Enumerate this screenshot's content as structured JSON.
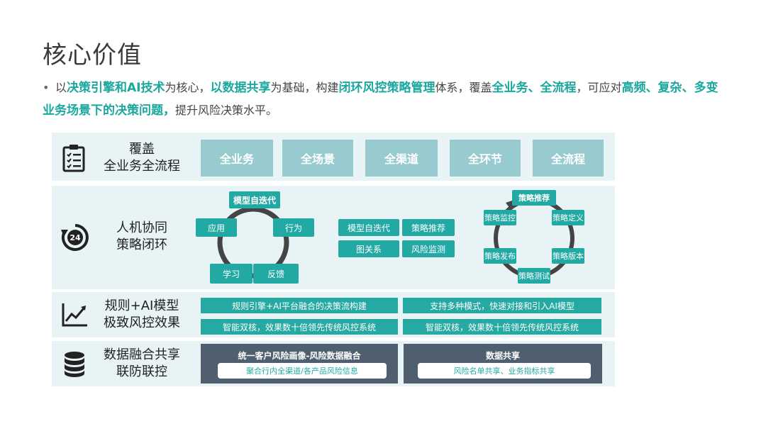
{
  "title": "核心价值",
  "intro": {
    "bullet": "•",
    "p1": "以",
    "h1": "决策引擎和AI技术",
    "p2": "为核心，",
    "h2": "以数据共享",
    "p3": "为基础，构建",
    "h3": "闭环风控策略管理",
    "p4": "体系，覆盖",
    "h4": "全业务、全流程",
    "p5": "，可应对",
    "h5": "高频、复杂、多变业务场景下的决策问题，",
    "p6": "提升风险决策水平。"
  },
  "rows": {
    "coverage": {
      "label1": "覆盖",
      "label2": "全业务全流程",
      "icon": "clipboard-checklist-icon",
      "items": [
        "全业务",
        "全场景",
        "全渠道",
        "全环节",
        "全流程"
      ]
    },
    "loop": {
      "label1": "人机协同",
      "label2": "策略闭环",
      "icon": "cycle-24-icon",
      "cycle1": [
        "模型自迭代",
        "行为",
        "反馈",
        "学习",
        "应用"
      ],
      "grid": [
        "模型自迭代",
        "策略推荐",
        "图关系",
        "风险监测"
      ],
      "cycle2": [
        "策略推荐",
        "策略定义",
        "策略版本",
        "策略测试",
        "策略发布",
        "策略监控"
      ]
    },
    "rules": {
      "label1": "规则+AI模型",
      "label2": "极致风控效果",
      "icon": "line-chart-icon",
      "bars": [
        "规则引擎+AI平台融合的决策流构建",
        "支持多种模式，快速对接和引入AI模型",
        "智能双核，效果数十倍领先传统风控系统",
        "智能双核，效果数十倍领先传统风控系统"
      ]
    },
    "data": {
      "label1": "数据融合共享",
      "label2": "联防联控",
      "icon": "database-icon",
      "left_head": "统一客户风险画像-风险数据融合",
      "left_inner": "聚合行内全渠道/各产品风险信息",
      "right_head": "数据共享",
      "right_inner": "风险名单共享、业务指标共享"
    }
  },
  "colors": {
    "teal": "#23a9a4",
    "light": "#98cbd0",
    "bg": "#e7f3f4",
    "dark": "#4f5f6f"
  }
}
